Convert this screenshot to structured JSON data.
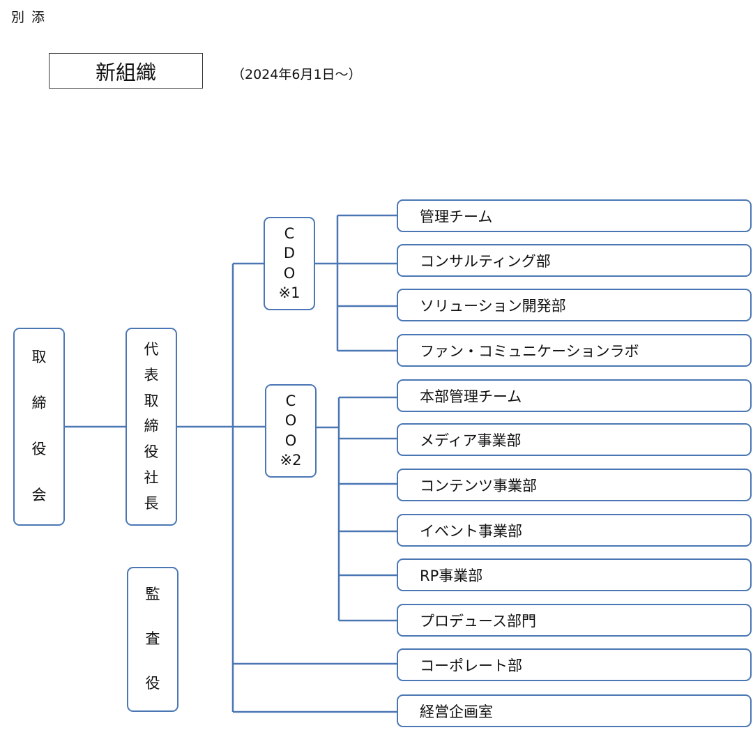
{
  "note": "別添",
  "title": "新組織",
  "date": "（2024年6月1日～）",
  "board": [
    "取",
    "締",
    "役",
    "会"
  ],
  "president": [
    "代",
    "表",
    "取",
    "締",
    "役",
    "社",
    "長"
  ],
  "auditor": [
    "監",
    "査",
    "役"
  ],
  "cdo": [
    "C",
    "D",
    "O",
    "※1"
  ],
  "coo": [
    "C",
    "O",
    "O",
    "※2"
  ],
  "cdo_departments": [
    "管理チーム",
    "コンサルティング部",
    "ソリューション開発部",
    "ファン・コミュニケーションラボ"
  ],
  "coo_departments": [
    "本部管理チーム",
    "メディア事業部",
    "コンテンツ事業部",
    "イベント事業部",
    "RP事業部",
    "プロデュース部門"
  ],
  "direct_departments": [
    "コーポレート部",
    "経営企画室"
  ],
  "line_color": "#4a77b4"
}
